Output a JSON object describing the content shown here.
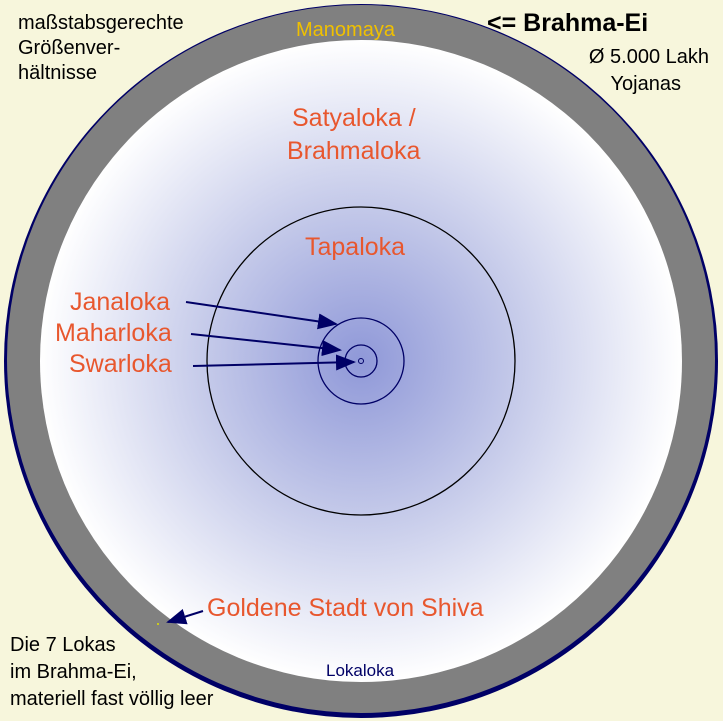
{
  "title": "<= Brahma-Ei",
  "diameter": "Ø 5.000 Lakh",
  "diameter_unit": "Yojanas",
  "scale_note": [
    "maßstabsgerechte",
    "Größenver-",
    "hältnisse"
  ],
  "footer_note": [
    "Die 7 Lokas",
    "im Brahma-Ei,",
    "materiell fast völlig leer"
  ],
  "labels": {
    "manomaya": "Manomaya",
    "satyaloka": [
      "Satyaloka /",
      "Brahmaloka"
    ],
    "tapaloka": "Tapaloka",
    "janaloka": "Janaloka",
    "maharloka": "Maharloka",
    "swarloka": "Swarloka",
    "goldene_stadt": "Goldene Stadt von Shiva",
    "lokaloka": "Lokaloka"
  },
  "colors": {
    "background": "#f7f6dc",
    "shell": "#808080",
    "rim": "#000066",
    "label": "#e8572e",
    "manomaya": "#f0c000"
  }
}
